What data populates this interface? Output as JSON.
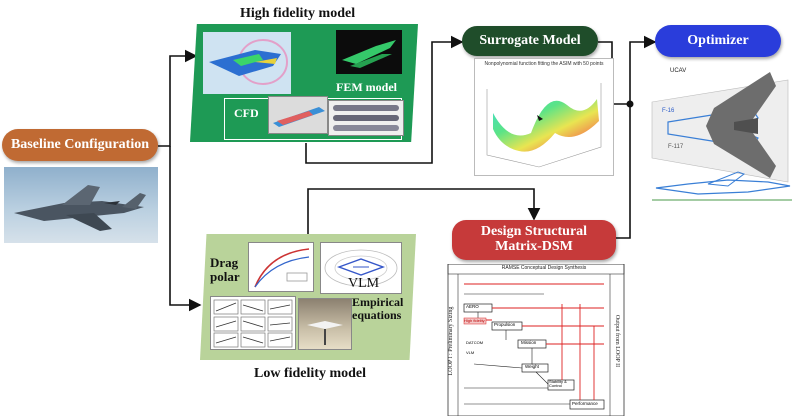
{
  "nodes": {
    "baseline": {
      "label": "Baseline Configuration",
      "color": "#c06a33"
    },
    "high_fidelity": {
      "caption": "High fidelity model",
      "fem_label": "FEM model",
      "cfd_label": "CFD",
      "color": "#1e9a55"
    },
    "low_fidelity": {
      "caption": "Low fidelity model",
      "drag_label": "Drag\npolar",
      "vlm_label": "VLM",
      "empirical_label": "Empirical\nequations",
      "color": "#b9d39a"
    },
    "surrogate": {
      "label": "Surrogate Model",
      "color": "#1f4d2a"
    },
    "optimizer": {
      "label": "Optimizer",
      "color": "#2a3ddb"
    },
    "dsm": {
      "label": "Design Structural\nMatrix-DSM",
      "color": "#c63a3a"
    }
  },
  "surrogate_plot": {
    "title": "Nonpolynomial function fitting the ASIM with 50 points"
  },
  "optimizer_figure": {
    "labels": [
      "UCAV",
      "F-16",
      "F-117"
    ]
  },
  "dsm_figure": {
    "header": "RAMSE Conceptual Design Synthesis",
    "left_side": "LOOP I : Preliminary Sizing",
    "right_side": "Output from LOOP II",
    "blocks": [
      "AERO",
      "Propulsion",
      "Mission",
      "Weight",
      "Stability & Control",
      "Performance"
    ],
    "tags": [
      "High fidelity",
      "DATCOM",
      "VLM"
    ]
  }
}
